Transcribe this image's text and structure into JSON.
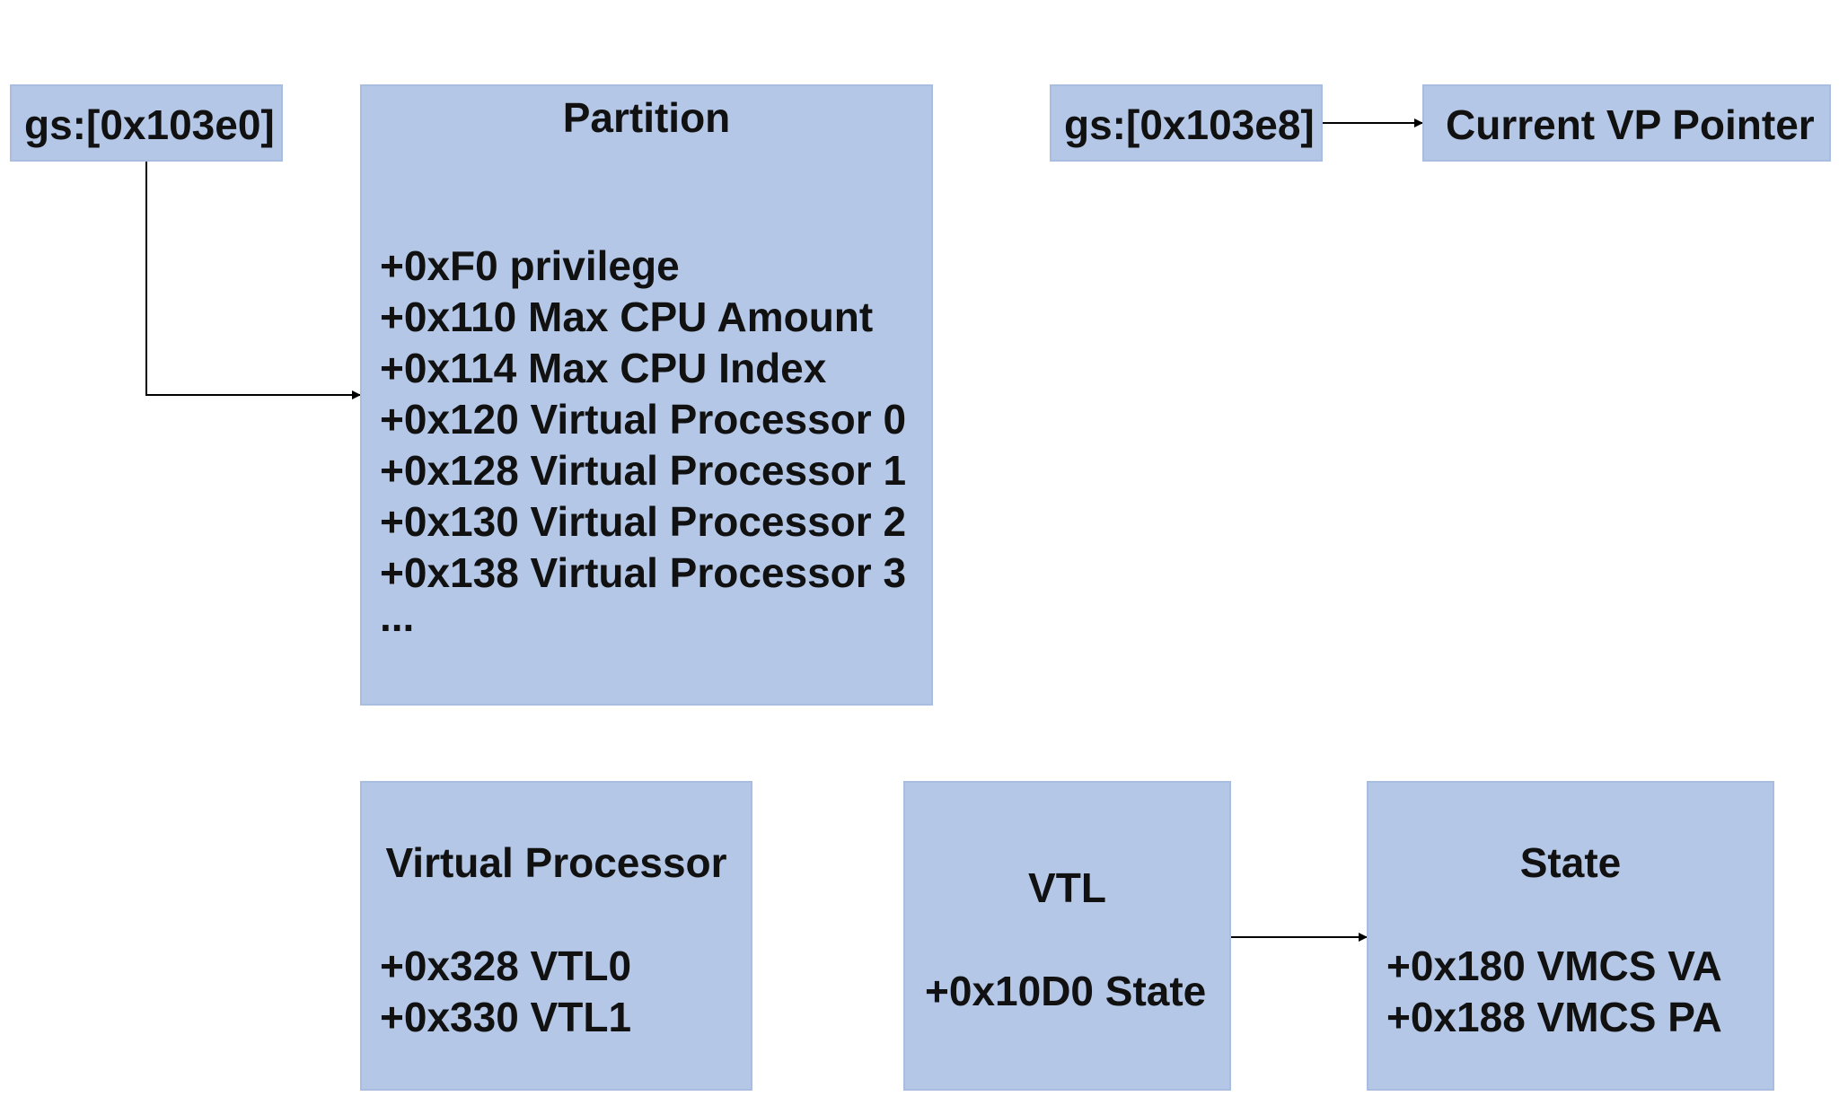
{
  "diagram": {
    "gs_partition_ref": {
      "label": "gs:[0x103e0]"
    },
    "partition": {
      "title": "Partition",
      "fields": [
        "+0xF0 privilege",
        "+0x110 Max CPU Amount",
        "+0x114 Max CPU Index",
        "+0x120 Virtual Processor 0",
        "+0x128 Virtual Processor 1",
        "+0x130 Virtual Processor 2",
        "+0x138 Virtual Processor 3",
        "..."
      ]
    },
    "gs_vp_ref": {
      "label": "gs:[0x103e8]"
    },
    "current_vp": {
      "label": "Current VP Pointer"
    },
    "virtual_processor": {
      "title": "Virtual Processor",
      "fields": [
        "+0x328 VTL0",
        "+0x330 VTL1"
      ]
    },
    "vtl": {
      "title": "VTL",
      "fields": [
        "+0x10D0 State"
      ]
    },
    "state": {
      "title": "State",
      "fields": [
        "+0x180 VMCS VA",
        "+0x188 VMCS PA"
      ]
    },
    "colors": {
      "box_fill": "#b4c7e7",
      "box_border": "#a9bde0",
      "arrow": "#000000"
    }
  }
}
